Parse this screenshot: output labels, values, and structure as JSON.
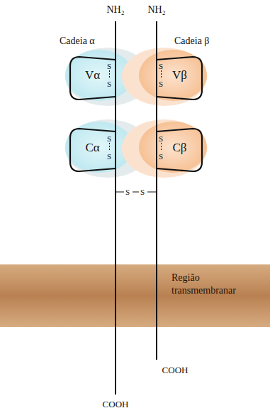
{
  "diagram": {
    "nodes": [
      {
        "text": [
          "Vα"
        ]
      },
      {
        "text": [
          "Vβ"
        ]
      },
      {
        "text": [
          "Cα"
        ]
      },
      {
        "text": [
          "Cβ"
        ]
      },
      {
        "text": [
          "Região transmembranar"
        ]
      }
    ],
    "edges": [
      {
        "from": 0,
        "to": 2,
        "arrow": "none"
      },
      {
        "from": 1,
        "to": 3,
        "arrow": "none"
      }
    ],
    "labels": [
      "NH₂",
      "NH₂",
      "Cadeia α",
      "Cadeia β",
      "S",
      "S",
      "S",
      "S",
      "S",
      "S",
      "S",
      "S",
      "S",
      "S",
      "COOH",
      "COOH"
    ]
  }
}
